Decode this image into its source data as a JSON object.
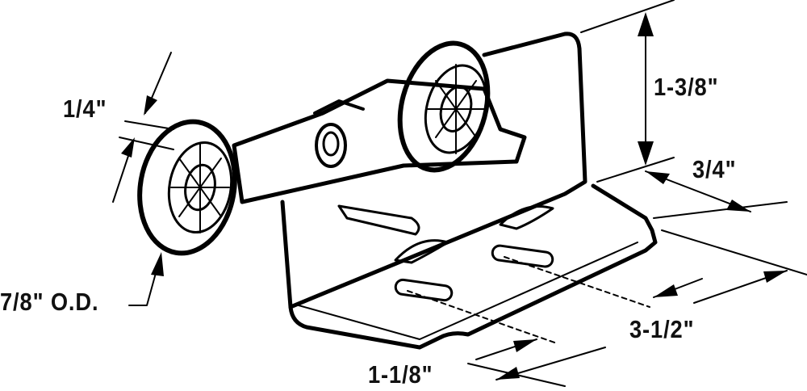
{
  "dimensions": {
    "wheel_width": "1/4\"",
    "wheel_diameter": "7/8\" O.D.",
    "height": "1-3/8\"",
    "depth": "3/4\"",
    "length": "3-1/2\"",
    "hole_spacing": "1-1/8\""
  },
  "colors": {
    "line": "#000000",
    "background": "#ffffff"
  }
}
